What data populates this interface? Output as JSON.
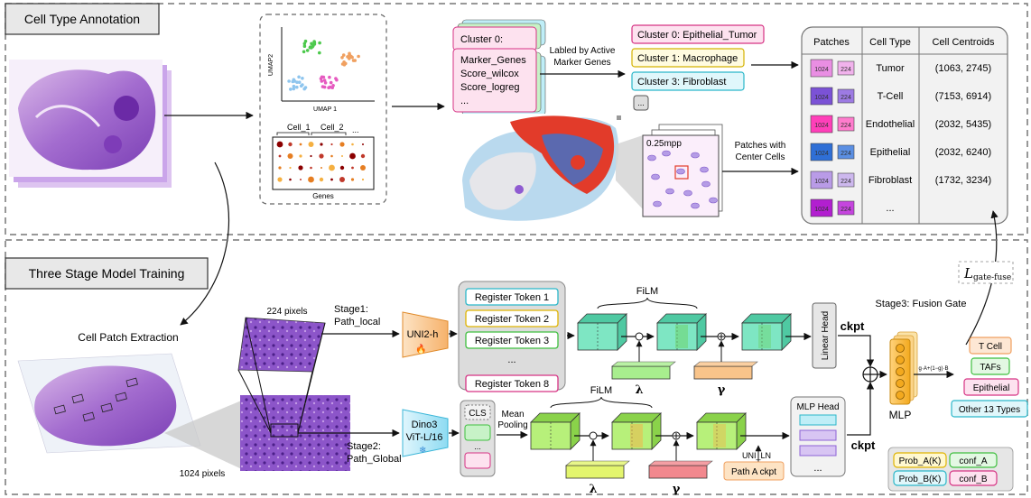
{
  "top": {
    "section_title": "Cell Type Annotation",
    "umap": {
      "ylabel": "UMAP2",
      "xlabel": "UMAP 1"
    },
    "dotplot": {
      "cell1": "Cell_1",
      "cell2": "Cell_2",
      "ellipsis": "...",
      "xlabel": "Genes"
    },
    "cluster_card": {
      "header": "Cluster 0:",
      "lines": [
        "Marker_Genes",
        "Score_wilcox",
        "Score_logreg",
        "..."
      ]
    },
    "arrow_label": [
      "Labled by Active",
      "Marker Genes"
    ],
    "clusters": [
      {
        "text": "Cluster 0: Epithelial_Tumor",
        "border": "#d63384",
        "fill": "#fde2ef"
      },
      {
        "text": "Cluster 1: Macrophage",
        "border": "#d4b200",
        "fill": "#fffbe0"
      },
      {
        "text": "Cluster 3: Fibroblast",
        "border": "#2bb7c9",
        "fill": "#e0f7fb"
      }
    ],
    "more_button": "...",
    "patch_label": "0.25mpp",
    "patches_arrow_label": [
      "Patches with",
      "Center Cells"
    ],
    "table": {
      "headers": [
        "Patches",
        "Cell Type",
        "Cell Centroids"
      ],
      "rows": [
        {
          "type": "Tumor",
          "centroid": "(1063, 2745)",
          "p1": "1024",
          "p2": "224",
          "c1": "#e98ee3",
          "c2": "#f1b2ec"
        },
        {
          "type": "T-Cell",
          "centroid": "(7153, 6914)",
          "p1": "1024",
          "p2": "224",
          "c1": "#7b52d6",
          "c2": "#9d7be3"
        },
        {
          "type": "Endothelial",
          "centroid": "(2032, 5435)",
          "p1": "1024",
          "p2": "224",
          "c1": "#ff3fb9",
          "c2": "#ff7ccd"
        },
        {
          "type": "Epithelial",
          "centroid": "(2032, 6240)",
          "p1": "1024",
          "p2": "224",
          "c1": "#2f6fd6",
          "c2": "#5b8fe3"
        },
        {
          "type": "Fibroblast",
          "centroid": "(1732, 3234)",
          "p1": "1024",
          "p2": "224",
          "c1": "#b99be7",
          "c2": "#cdb8ee"
        },
        {
          "type": "...",
          "centroid": "",
          "p1": "1024",
          "p2": "224",
          "c1": "#b21fd0",
          "c2": "#c545de"
        }
      ]
    }
  },
  "bottom": {
    "section_title": "Three Stage Model Training",
    "loss_label": "L",
    "loss_sub": "gate-fuse",
    "cell_patch_extraction": "Cell Patch Extraction",
    "pixels_224": "224 pixels",
    "pixels_1024": "1024 pixels",
    "stage1": [
      "Stage1:",
      "Path_local"
    ],
    "stage2": [
      "Stage2:",
      "Path_Global"
    ],
    "uni2h": "UNI2-h",
    "dino": [
      "Dino3",
      "ViT-L/16"
    ],
    "register_tokens": [
      {
        "text": "Register Token 1",
        "border": "#2bb7c9"
      },
      {
        "text": "Register Token 2",
        "border": "#e0b400"
      },
      {
        "text": "Register Token 3",
        "border": "#3fbf3f"
      },
      {
        "text": "...",
        "border": ""
      },
      {
        "text": "Register Token 8",
        "border": "#d63384"
      }
    ],
    "film": "FiLM",
    "lambda": "λ",
    "gamma": "γ",
    "linear_head": "Linear Head",
    "ckpt": "ckpt",
    "cls": "CLS",
    "ellipsis": "...",
    "mean_pooling": [
      "Mean",
      "Pooling"
    ],
    "mlp_head": "MLP Head",
    "uni_ln": "UNI_LN",
    "path_a_ckpt": "Path A ckpt",
    "stage3": "Stage3: Fusion Gate",
    "mlp": "MLP",
    "gate_formula": "g·A+(1−g)·B",
    "outputs": [
      {
        "text": "T Cell",
        "border": "#f0a060",
        "fill": "#fde7d4"
      },
      {
        "text": "TAFs",
        "border": "#3fbf3f",
        "fill": "#e3f8e3"
      },
      {
        "text": "Epithelial",
        "border": "#d63384",
        "fill": "#fde2ef"
      },
      {
        "text": "Other 13 Types",
        "border": "#2bb7c9",
        "fill": "#e0f7fb"
      }
    ],
    "probs": [
      {
        "text": "Prob_A(K)",
        "border": "#e0b400",
        "fill": "#fff8d0"
      },
      {
        "text": "conf_A",
        "border": "#3fbf3f",
        "fill": "#e3f8e3"
      },
      {
        "text": "Prob_B(K)",
        "border": "#2bb7c9",
        "fill": "#e0f7fb"
      },
      {
        "text": "conf_B",
        "border": "#d63384",
        "fill": "#fde2ef"
      }
    ]
  }
}
